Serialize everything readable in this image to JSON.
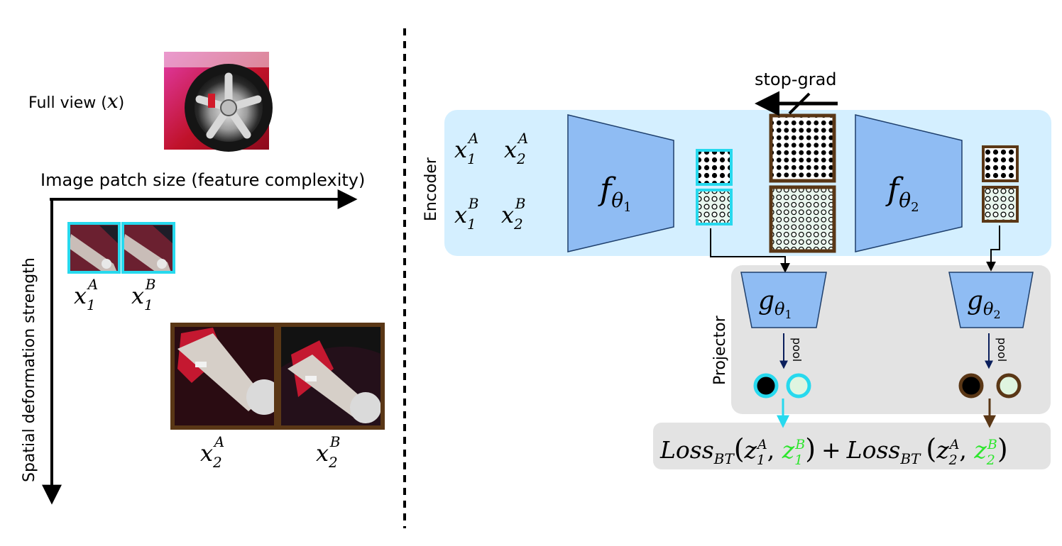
{
  "left": {
    "full_view_label": "Full view (",
    "full_view_symbol": "x",
    "full_view_close": ")",
    "x_axis_label": "Image patch size (feature complexity)",
    "y_axis_label": "Spatial deformation strength",
    "patches": [
      {
        "base": "x",
        "sub": "1",
        "sup": "A"
      },
      {
        "base": "x",
        "sub": "1",
        "sup": "B"
      },
      {
        "base": "x",
        "sub": "2",
        "sup": "A"
      },
      {
        "base": "x",
        "sub": "2",
        "sup": "B"
      }
    ]
  },
  "right": {
    "stop_grad_label": "stop-grad",
    "encoder_label": "Encoder",
    "projector_label": "Projector",
    "encoder_inputs": [
      {
        "base": "x",
        "sub": "1",
        "sup": "A"
      },
      {
        "base": "x",
        "sub": "2",
        "sup": "A"
      },
      {
        "base": "x",
        "sub": "1",
        "sup": "B"
      },
      {
        "base": "x",
        "sub": "2",
        "sup": "B"
      }
    ],
    "f1": {
      "base": "f",
      "sub": "θ",
      "subsub": "1"
    },
    "f2": {
      "base": "f",
      "sub": "θ",
      "subsub": "2"
    },
    "g1": {
      "base": "g",
      "sub": "θ",
      "subsub": "1"
    },
    "g2": {
      "base": "g",
      "sub": "θ",
      "subsub": "2"
    },
    "pool_label": "pool",
    "loss": {
      "name": "Loss",
      "sub": "BT",
      "plus": "+",
      "z": "z",
      "term1": {
        "sub_a": "1",
        "sub_b": "1"
      },
      "term2": {
        "sub_a": "2",
        "sub_b": "2"
      },
      "sup_a": "A",
      "sup_b": "B"
    }
  },
  "colors": {
    "cyan": "#27d9ee",
    "brown": "#5a3716",
    "encoder_bg": "#d4efff",
    "projector_bg": "#e3e3e3",
    "trapezoid": "#8fbcf3",
    "green_text": "#2ee62e",
    "navy_arrow": "#0b1f5c"
  }
}
